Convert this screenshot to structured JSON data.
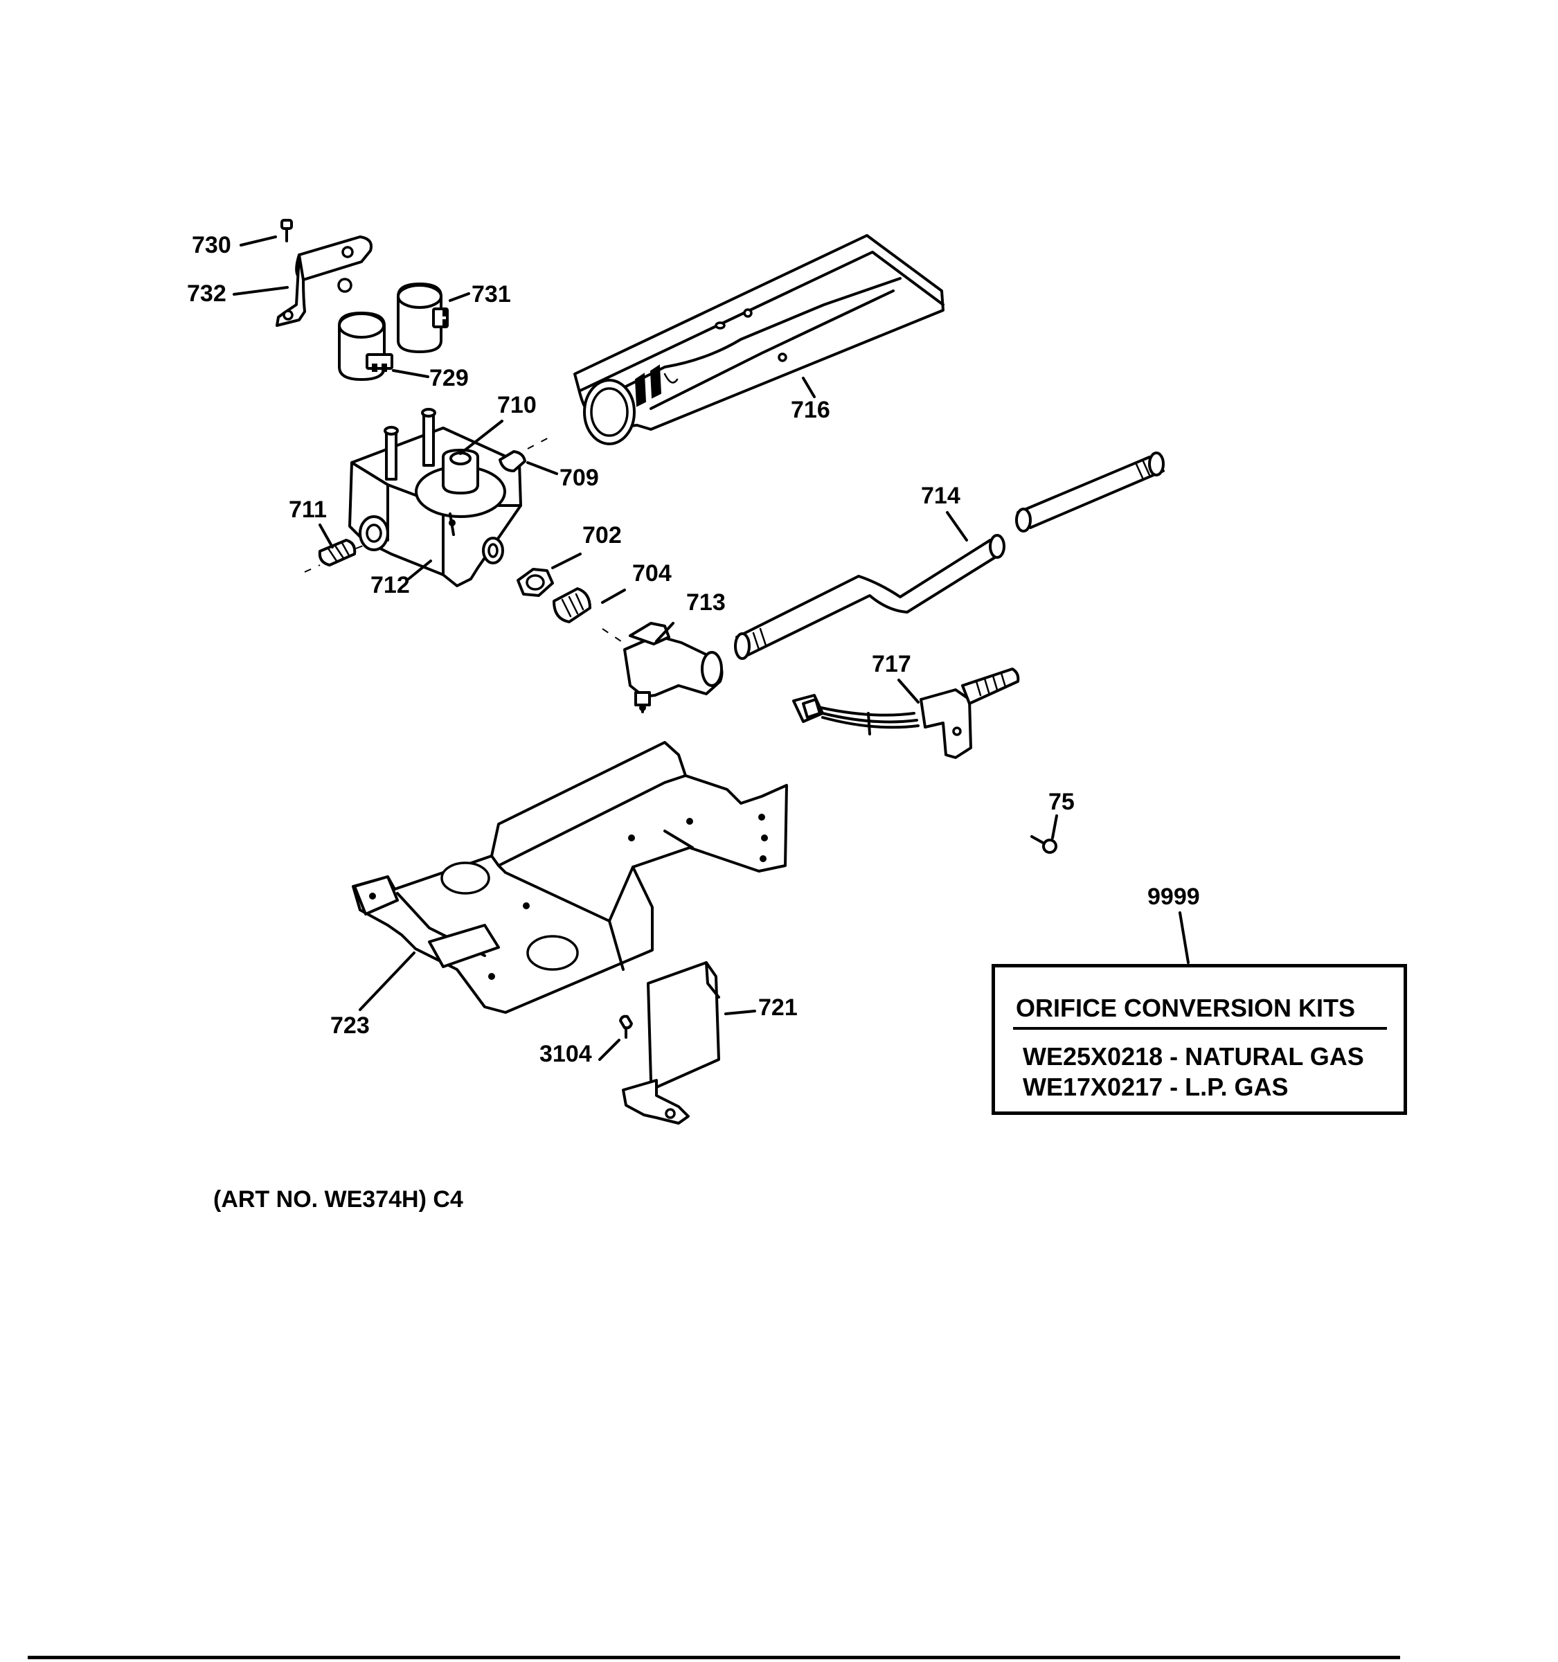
{
  "diagram": {
    "callouts": {
      "c730": "730",
      "c732": "732",
      "c731": "731",
      "c729": "729",
      "c710": "710",
      "c709": "709",
      "c716": "716",
      "c711": "711",
      "c712": "712",
      "c702": "702",
      "c704": "704",
      "c713": "713",
      "c714": "714",
      "c717": "717",
      "c75": "75",
      "c9999": "9999",
      "c723": "723",
      "c721": "721",
      "c3104": "3104"
    },
    "kit_box": {
      "title": "ORIFICE CONVERSION KITS",
      "rows": [
        "WE25X0218 - NATURAL GAS",
        "WE17X0217 - L.P. GAS"
      ]
    },
    "art_number": "(ART NO. WE374H) C4"
  }
}
